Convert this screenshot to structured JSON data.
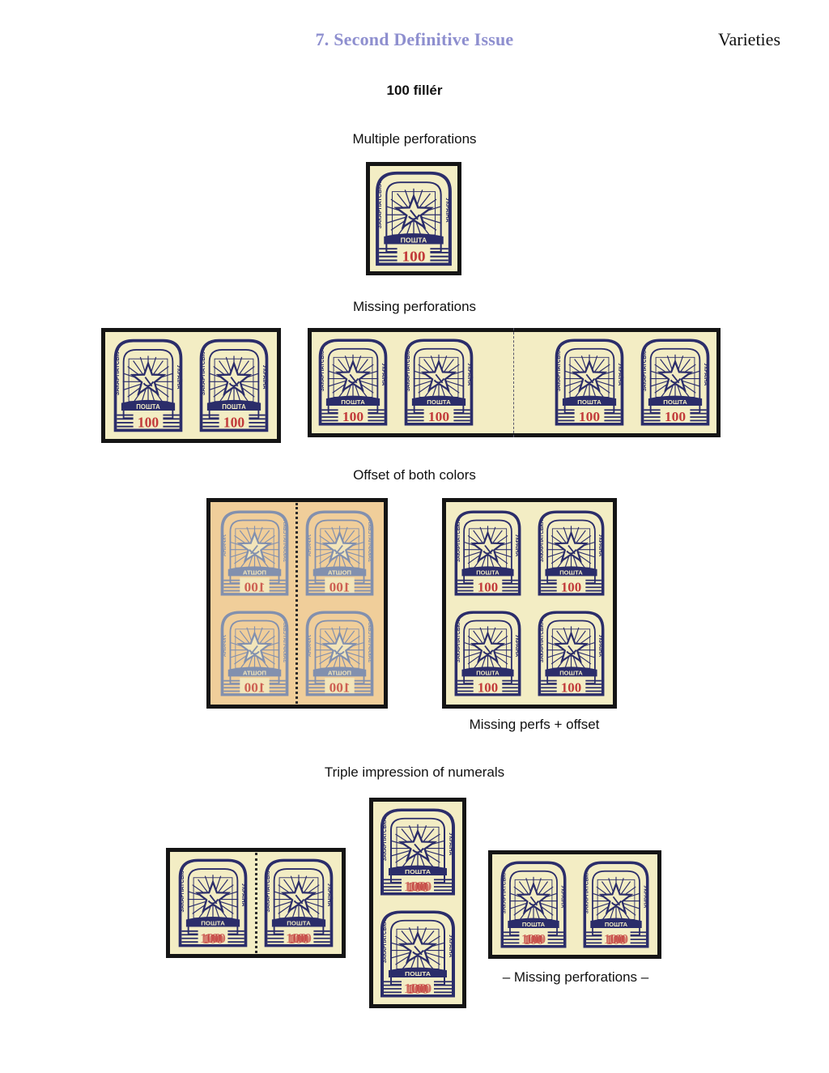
{
  "header": {
    "title": "7. Second Definitive Issue",
    "corner": "Varieties"
  },
  "denomination": "100 fillér",
  "sections": {
    "multiple": "Multiple perforations",
    "missing": "Missing perforations",
    "offset": "Offset of both colors",
    "offset_note": "Missing perfs + offset",
    "triple": "Triple impression of numerals",
    "triple_note": "– Missing perforations –"
  },
  "stamp_text": {
    "arc_left": "ЗАКАРПАТСЬКА",
    "arc_right": "УКРАЇНА",
    "posta": "ПОШТА",
    "value": "100"
  },
  "colors": {
    "ink": "#2b2d6a",
    "value_red": "#c23b3b",
    "paper": "#f3edc4",
    "offset_paper": "#f0ce9a",
    "offset_ink": "#5e7bb5",
    "title": "#8e8fcf",
    "mount": "#151515"
  }
}
